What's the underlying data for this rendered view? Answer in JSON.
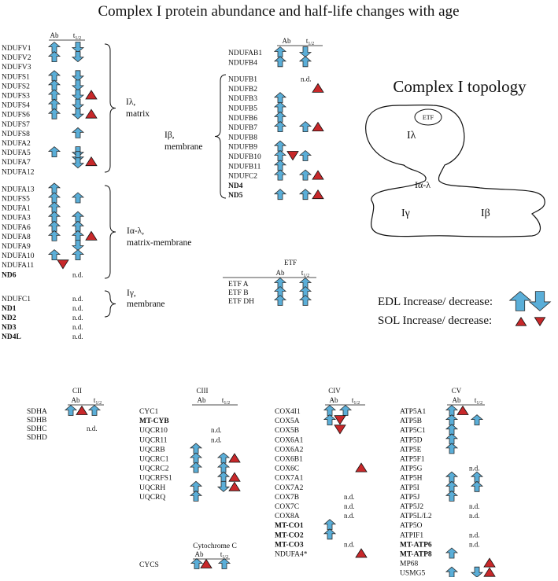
{
  "title": "Complex I protein abundance  and  half-life changes with age",
  "colors": {
    "up": "#5aaed8",
    "down": "#5aaed8",
    "outline": "#2b2b2b",
    "tri": "#c8282a"
  },
  "headers": {
    "ab": "Ab",
    "t": "t",
    "tsub": "1/2",
    "nd": "n.d."
  },
  "groups": [
    {
      "id": "nduf-left",
      "rows": [
        {
          "name": "NDUFV1",
          "ab": "up",
          "t": "down"
        },
        {
          "name": "NDUFV2",
          "ab": "up",
          "t": "down"
        },
        {
          "name": "NDUFV3"
        },
        {
          "name": "NDUFS1",
          "ab": "up",
          "t": "down"
        },
        {
          "name": "NDUFS2",
          "ab": "up",
          "t": "down"
        },
        {
          "name": "NDUFS3",
          "ab": "up",
          "t": "down",
          "sol": "up"
        },
        {
          "name": "NDUFS4",
          "ab": "up",
          "t": "down"
        },
        {
          "name": "NDUFS6",
          "ab": "up",
          "t": "down",
          "sol": "up"
        },
        {
          "name": "NDUFS7"
        },
        {
          "name": "NDUFS8",
          "t": "up"
        },
        {
          "name": "NDUFA2"
        },
        {
          "name": "NDUFA5",
          "ab": "up",
          "t": "down"
        },
        {
          "name": "NDUFA7",
          "t": "downx2",
          "sol": "up"
        },
        {
          "name": "NDUFA12"
        },
        {
          "name": "NDUFA13",
          "ab": "up"
        },
        {
          "name": "NDUFS5",
          "ab": "up",
          "t": "up"
        },
        {
          "name": "NDUFA1",
          "ab": "up"
        },
        {
          "name": "NDUFA3",
          "ab": "up",
          "t": "up"
        },
        {
          "name": "NDUFA6",
          "ab": "up",
          "t": "up"
        },
        {
          "name": "NDUFA8",
          "ab": "up",
          "t": "up",
          "sol": "up"
        },
        {
          "name": "NDUFA9",
          "t": "down"
        },
        {
          "name": "NDUFA10",
          "ab": "up",
          "t": "up"
        },
        {
          "name": "NDUFA11",
          "solAb": "down"
        },
        {
          "name": "ND6",
          "bold": true,
          "nd": true
        }
      ]
    },
    {
      "id": "iy",
      "rows": [
        {
          "name": "NDUFC1",
          "nd": true
        },
        {
          "name": "ND1",
          "bold": true,
          "nd": true
        },
        {
          "name": "ND2",
          "bold": true,
          "nd": true
        },
        {
          "name": "ND3",
          "bold": true,
          "nd": true
        },
        {
          "name": "ND4L",
          "bold": true,
          "nd": true
        }
      ]
    },
    {
      "id": "ndufb",
      "rows": [
        {
          "name": "NDUFAB1",
          "ab": "up",
          "t": "down"
        },
        {
          "name": "NDUFB4",
          "ab": "up",
          "t": "up"
        },
        {
          "name": "NDUFB1",
          "nd": true
        },
        {
          "name": "NDUFB2",
          "sol": "up"
        },
        {
          "name": "NDUFB3",
          "ab": "up"
        },
        {
          "name": "NDUFB5",
          "ab": "up"
        },
        {
          "name": "NDUFB6",
          "ab": "up"
        },
        {
          "name": "NDUFB7",
          "ab": "up",
          "t": "up",
          "sol": "up"
        },
        {
          "name": "NDUFB8"
        },
        {
          "name": "NDUFB9",
          "ab": "up"
        },
        {
          "name": "NDUFB10",
          "ab": "up",
          "solAb": "down",
          "t": "up"
        },
        {
          "name": "NDUFB11",
          "ab": "up"
        },
        {
          "name": "NDUFC2",
          "ab": "up",
          "t": "up",
          "sol": "up"
        },
        {
          "name": "ND4",
          "bold": true
        },
        {
          "name": "ND5",
          "bold": true,
          "ab": "up",
          "t": "up",
          "sol": "up"
        }
      ]
    },
    {
      "id": "etf",
      "rows": [
        {
          "name": "ETF A",
          "ab": "up",
          "t": "up"
        },
        {
          "name": "ETF B",
          "ab": "up",
          "t": "up"
        },
        {
          "name": "ETF DH",
          "ab": "up",
          "t": "up"
        }
      ]
    },
    {
      "id": "cii",
      "rows": [
        {
          "name": "SDHA",
          "ab": "up",
          "t": "up",
          "solAb": "up"
        },
        {
          "name": "SDHB"
        },
        {
          "name": "SDHC",
          "nd": true
        },
        {
          "name": "SDHD"
        }
      ]
    },
    {
      "id": "ciii",
      "rows": [
        {
          "name": "CYC1"
        },
        {
          "name": "MT-CYB",
          "bold": true
        },
        {
          "name": "UQCR10",
          "nd": true
        },
        {
          "name": "UQCR11",
          "nd": true
        },
        {
          "name": "UQCRB",
          "ab": "up"
        },
        {
          "name": "UQCRC1",
          "ab": "up",
          "t": "up",
          "sol": "up"
        },
        {
          "name": "UQCRC2",
          "ab": "up",
          "t": "up"
        },
        {
          "name": "UQCRFS1",
          "t": "up",
          "sol": "up"
        },
        {
          "name": "UQCRH",
          "ab": "up",
          "t": "down",
          "sol": "up"
        },
        {
          "name": "UQCRQ",
          "ab": "up"
        }
      ]
    },
    {
      "id": "civ",
      "rows": [
        {
          "name": "COX4I1",
          "ab": "up",
          "t": "up"
        },
        {
          "name": "COX5A",
          "ab": "up",
          "solAb": "down"
        },
        {
          "name": "COX5B",
          "solAb": "down"
        },
        {
          "name": "COX6A1"
        },
        {
          "name": "COX6A2"
        },
        {
          "name": "COX6B1"
        },
        {
          "name": "COX6C",
          "sol": "up"
        },
        {
          "name": "COX7A1"
        },
        {
          "name": "COX7A2"
        },
        {
          "name": "COX7B",
          "nd": true
        },
        {
          "name": "COX7C",
          "nd": true
        },
        {
          "name": "COX8A",
          "nd": true
        },
        {
          "name": "MT-CO1",
          "bold": true,
          "ab": "up"
        },
        {
          "name": "MT-CO2",
          "bold": true,
          "ab": "up"
        },
        {
          "name": "MT-CO3",
          "bold": true,
          "nd": true
        },
        {
          "name": "NDUFA4*",
          "sol": "up"
        }
      ]
    },
    {
      "id": "cv",
      "rows": [
        {
          "name": "ATP5A1",
          "ab": "up",
          "solAb": "up"
        },
        {
          "name": "ATP5B",
          "ab": "up",
          "t": "up"
        },
        {
          "name": "ATP5C1",
          "ab": "up"
        },
        {
          "name": "ATP5D",
          "ab": "up"
        },
        {
          "name": "ATP5E",
          "ab": "up"
        },
        {
          "name": "ATP5F1"
        },
        {
          "name": "ATP5G",
          "nd": true
        },
        {
          "name": "ATP5H",
          "ab": "up",
          "t": "up"
        },
        {
          "name": "ATP5I",
          "ab": "up",
          "t": "up"
        },
        {
          "name": "ATP5J",
          "ab": "up"
        },
        {
          "name": "ATP5J2",
          "nd": true
        },
        {
          "name": "ATP5L/L2",
          "nd": true
        },
        {
          "name": "ATP5O"
        },
        {
          "name": "ATPIF1",
          "nd": true
        },
        {
          "name": "MT-ATP6",
          "bold": true,
          "nd": true
        },
        {
          "name": "MT-ATP8",
          "bold": true,
          "ab": "up"
        },
        {
          "name": "MP68",
          "sol": "up"
        },
        {
          "name": "USMG5",
          "ab": "up",
          "t": "down",
          "sol": "up"
        }
      ]
    },
    {
      "id": "cycs",
      "rows": [
        {
          "name": "CYCS",
          "ab": "up",
          "solAb": "up",
          "t": "up"
        }
      ]
    }
  ],
  "brackets": [
    {
      "id": "i-lambda",
      "label": [
        "Iλ,",
        "matrix"
      ]
    },
    {
      "id": "i-alpha-lambda",
      "label": [
        "Iα-λ,",
        "matrix-membrane"
      ]
    },
    {
      "id": "i-gamma",
      "label": [
        "Iγ,",
        "membrane"
      ]
    },
    {
      "id": "i-beta",
      "label": [
        "Iβ,",
        "membrane"
      ]
    }
  ],
  "section_titles": {
    "etf": "ETF",
    "cii": "CII",
    "ciii": "CIII",
    "civ": "CIV",
    "cv": "CV",
    "cytc": "Cytochrome C"
  },
  "topology": {
    "title": "Complex I topology",
    "etf": "ETF",
    "il": "Iλ",
    "ial": "Iα-λ",
    "iy": "Iγ",
    "ib": "Iβ"
  },
  "legend": {
    "edl": "EDL Increase/ decrease:",
    "sol": "SOL Increase/ decrease:"
  }
}
